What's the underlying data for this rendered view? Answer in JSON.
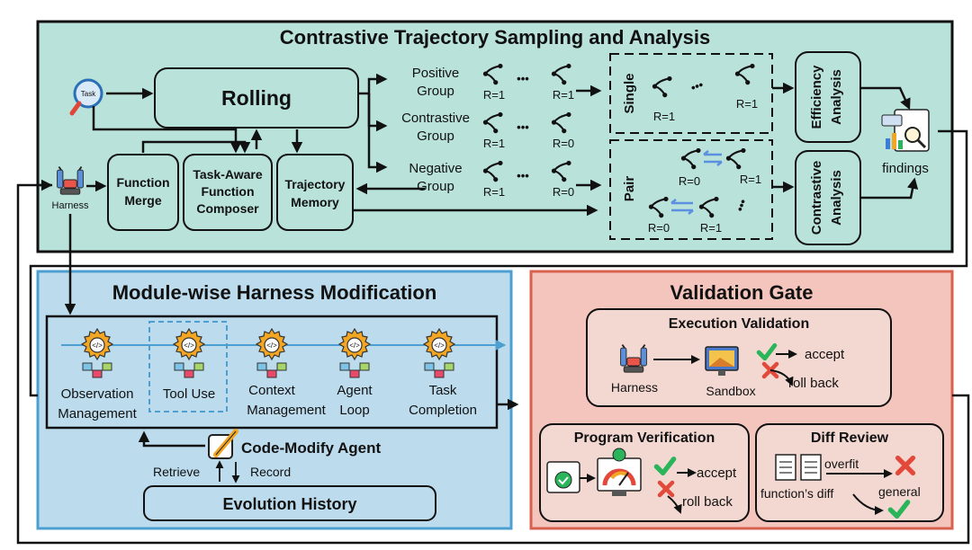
{
  "top": {
    "title": "Contrastive Trajectory Sampling and Analysis",
    "task_label": "Task",
    "rolling": "Rolling",
    "function_merge": [
      "Function",
      "Merge"
    ],
    "composer": [
      "Task-Aware",
      "Function",
      "Composer"
    ],
    "trajectory_memory": [
      "Trajectory",
      "Memory"
    ],
    "harness": "Harness",
    "groups": {
      "positive": [
        "Positive",
        "Group"
      ],
      "contrastive": [
        "Contrastive",
        "Group"
      ],
      "negative": [
        "Negative",
        "Group"
      ]
    },
    "rewards": {
      "r1": "R=1",
      "r0": "R=0"
    },
    "ellipsis": "•••",
    "single": "Single",
    "pair": "Pair",
    "efficiency": [
      "Efficiency",
      "Analysis"
    ],
    "contrastive_analysis": [
      "Contrastive",
      "Analysis"
    ],
    "findings": "findings"
  },
  "module": {
    "title": "Module-wise Harness Modification",
    "items": [
      [
        "Observation",
        "Management"
      ],
      [
        "Tool Use"
      ],
      [
        "Context",
        "Management"
      ],
      [
        "Agent",
        "Loop"
      ],
      [
        "Task",
        "Completion"
      ]
    ],
    "code_agent": "Code-Modify Agent",
    "retrieve": "Retrieve",
    "record": "Record",
    "history": "Evolution History"
  },
  "validation": {
    "title": "Validation Gate",
    "exec_title": "Execution Validation",
    "harness": "Harness",
    "sandbox": "Sandbox",
    "accept": "accept",
    "rollback": "roll back",
    "prog_title": "Program Verification",
    "diff_title": "Diff Review",
    "overfit": "overfit",
    "general": "general",
    "func_diff": "function’s diff"
  },
  "colors": {
    "top_bg": "#b9e2db",
    "mod_bg": "#bcdcee",
    "mod_border": "#4d9fd2",
    "val_bg": "#f4c5bc",
    "val_border": "#d8604e",
    "inner_bg": "#f3d8d2",
    "check": "#2bb55a",
    "cross": "#e3493a",
    "gear": "#f3a623",
    "swap": "#5b8fe0"
  }
}
